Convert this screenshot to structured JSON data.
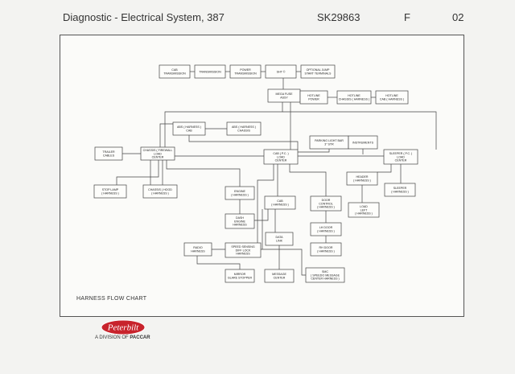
{
  "header": {
    "title": "Diagnostic - Electrical System, 387",
    "code": "SK29863",
    "revision": "F",
    "page": "02"
  },
  "chart_label": "HARNESS FLOW CHART",
  "brand": {
    "logo_text": "Peterbilt",
    "division_prefix": "A DIVISION OF",
    "division_name": "PACCAR",
    "logo_color": "#c8232c"
  },
  "diagram": {
    "nodes": [
      {
        "id": "cab-transmission",
        "lines": [
          "CAB",
          "TRANSMISSION"
        ]
      },
      {
        "id": "transmission",
        "lines": [
          "TRANSMISSION"
        ]
      },
      {
        "id": "power-transmission",
        "lines": [
          "POWER",
          "TRANSMISSION"
        ]
      },
      {
        "id": "sht",
        "lines": [
          "SHT ©"
        ]
      },
      {
        "id": "optional-jump-start",
        "lines": [
          "OPTIONAL JUMP",
          "START TERMINALS"
        ]
      },
      {
        "id": "mega-fuse",
        "lines": [
          "MEGA FUSE",
          "ASSY"
        ]
      },
      {
        "id": "hotline-power",
        "lines": [
          "HOTLINE",
          "POWER"
        ]
      },
      {
        "id": "hotline-chassis",
        "lines": [
          "HOTLINE",
          "CHASSIS ( HARNESS )"
        ]
      },
      {
        "id": "hotline-cab",
        "lines": [
          "HOTLINE",
          "CAB ( HARNESS )"
        ]
      },
      {
        "id": "abs-cab",
        "lines": [
          "ABS ( HARNESS )",
          "CAB"
        ]
      },
      {
        "id": "abs-chassis",
        "lines": [
          "ABS ( HARNESS )",
          "CHASSIS"
        ]
      },
      {
        "id": "parking-light-bar",
        "lines": [
          "PARKING LIGHT BAR",
          "3\" STR"
        ]
      },
      {
        "id": "instruments",
        "lines": [
          "INSTRUMENTS"
        ]
      },
      {
        "id": "trailer-cables",
        "lines": [
          "TRAILER",
          "CABLES"
        ]
      },
      {
        "id": "chassis-firewall",
        "lines": [
          "CHASSIS ( FIREWALL",
          "LOAD",
          "CENTER"
        ]
      },
      {
        "id": "cab-load-center",
        "lines": [
          "CAB ( P.C. )",
          "LOAD",
          "CENTER"
        ]
      },
      {
        "id": "sleeper-load-center",
        "lines": [
          "SLEEPER ( P.C. )",
          "LOAD",
          "CENTER"
        ]
      },
      {
        "id": "header-harness",
        "lines": [
          "HEADER",
          "( HARNESS )"
        ]
      },
      {
        "id": "stop-lamp",
        "lines": [
          "STOP LAMP",
          "( HARNESS )"
        ]
      },
      {
        "id": "chassis-hood",
        "lines": [
          "CHASSIS ( HOOD",
          "( HARNESS )"
        ]
      },
      {
        "id": "engine",
        "lines": [
          "ENGINE",
          "( HARNESS )"
        ]
      },
      {
        "id": "cab-harness",
        "lines": [
          "CAB",
          "( HARNESS )"
        ]
      },
      {
        "id": "door-control",
        "lines": [
          "DOOR",
          "CONTROL",
          "( HARNESS )"
        ]
      },
      {
        "id": "load-left",
        "lines": [
          "LOAD",
          "LEFT",
          "( HARNESS )"
        ]
      },
      {
        "id": "sleeper-harness",
        "lines": [
          "SLEEPER",
          "( HARNESS )"
        ]
      },
      {
        "id": "dash-engine",
        "lines": [
          "DASH",
          "ENGINE",
          "HARNESS"
        ]
      },
      {
        "id": "lh-door",
        "lines": [
          "LH DOOR",
          "( HARNESS )"
        ]
      },
      {
        "id": "data-link",
        "lines": [
          "DATA",
          "LINK"
        ]
      },
      {
        "id": "radio",
        "lines": [
          "RADIO",
          "HARNESS"
        ]
      },
      {
        "id": "speed-sensing",
        "lines": [
          "SPEED SENSING",
          "DIFF LOCK",
          "HARNESS"
        ]
      },
      {
        "id": "rh-door",
        "lines": [
          "RH DOOR",
          "( HARNESS )"
        ]
      },
      {
        "id": "mirror",
        "lines": [
          "MIRROR",
          "GLARE STOPPER"
        ]
      },
      {
        "id": "message-center",
        "lines": [
          "MESSAGE",
          "CENTER"
        ]
      },
      {
        "id": "smc",
        "lines": [
          "SMC",
          "( SPEEDO MESSAGE",
          "CENTER HARNESS )"
        ]
      }
    ]
  }
}
